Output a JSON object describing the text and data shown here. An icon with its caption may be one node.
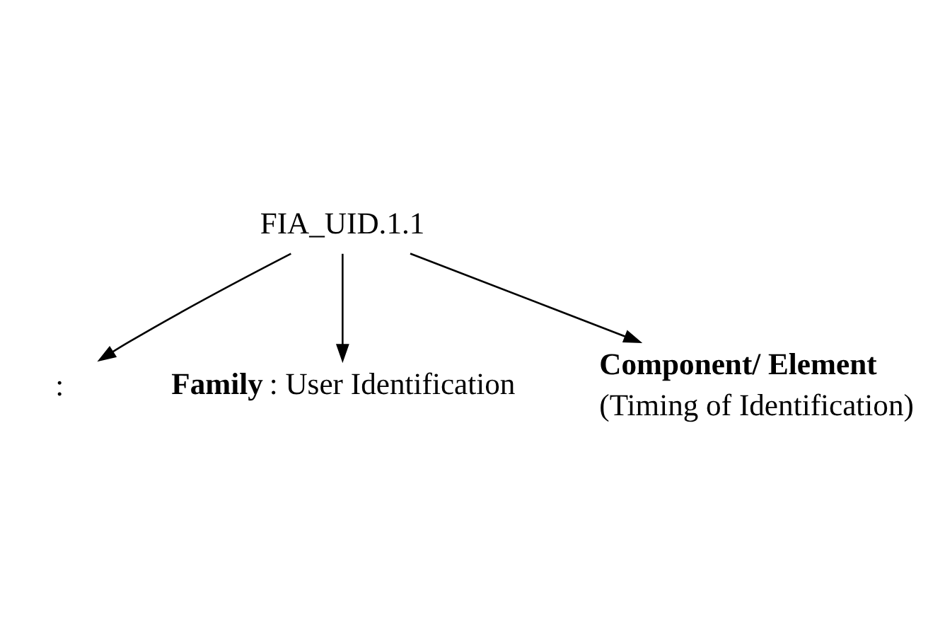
{
  "diagram": {
    "nodes": [
      {
        "text": [
          "FIA_UID.1.1"
        ]
      },
      {
        "text": [
          ":"
        ]
      },
      {
        "text": [
          "**Family** : User Identification"
        ]
      },
      {
        "text": [
          "Component/ Element",
          "(Timing of Identification)"
        ]
      }
    ],
    "edges": [
      {
        "from": 0,
        "to": 1,
        "arrow": "to"
      },
      {
        "from": 0,
        "to": 2,
        "arrow": "to"
      },
      {
        "from": 0,
        "to": 3,
        "arrow": "to"
      }
    ]
  }
}
